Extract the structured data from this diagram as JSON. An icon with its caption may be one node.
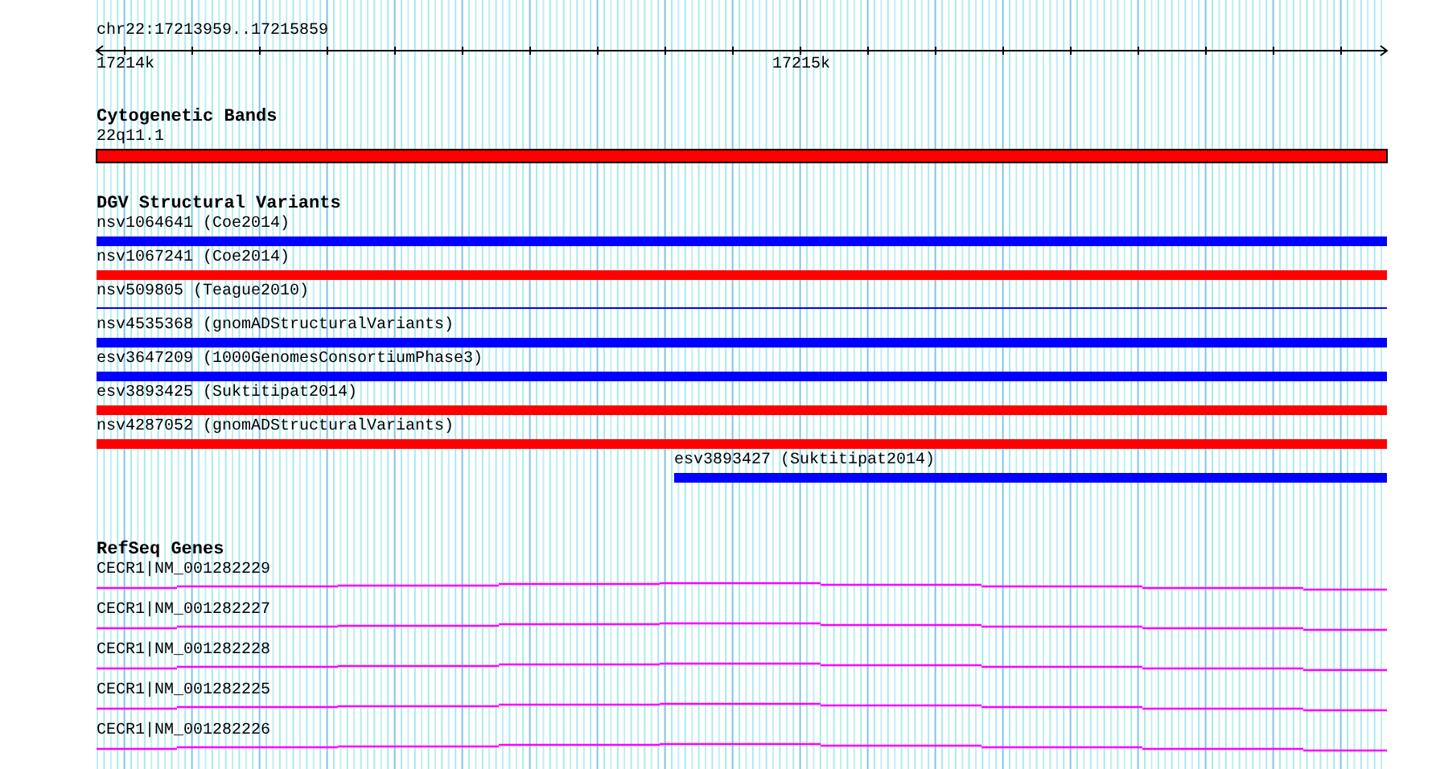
{
  "diagram": {
    "title": "chr22:17213959..17215859",
    "labels": [
      "17214k",
      "17215k",
      "Cytogenetic Bands",
      "22q11.1",
      "DGV Structural Variants",
      "nsv1064641 (Coe2014)",
      "nsv1067241 (Coe2014)",
      "nsv509805 (Teague2010)",
      "nsv4535368 (gnomADStructuralVariants)",
      "esv3647209 (1000GenomesConsortiumPhase3)",
      "esv3893425 (Suktitipat2014)",
      "nsv4287052 (gnomADStructuralVariants)",
      "esv3893427 (Suktitipat2014)",
      "RefSeq Genes",
      "CECR1|NM_001282229",
      "CECR1|NM_001282227",
      "CECR1|NM_001282228",
      "CECR1|NM_001282225",
      "CECR1|NM_001282226"
    ]
  }
}
